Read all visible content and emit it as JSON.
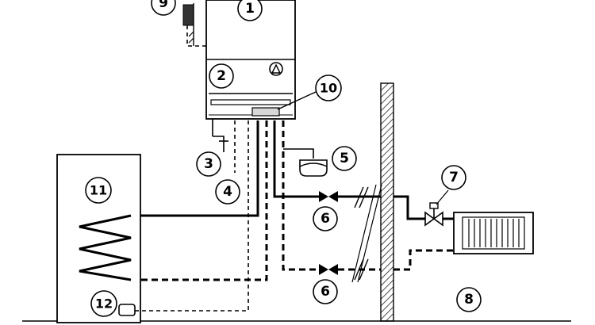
{
  "labels": {
    "l1": "1",
    "l2": "2",
    "l3": "3",
    "l4": "4",
    "l5": "5",
    "l6a": "6",
    "l6b": "6",
    "l7": "7",
    "l8": "8",
    "l9": "9",
    "l10": "10",
    "l11": "11",
    "l12": "12"
  },
  "icons": {
    "boiler_pump": "triangle-circle-icon"
  }
}
